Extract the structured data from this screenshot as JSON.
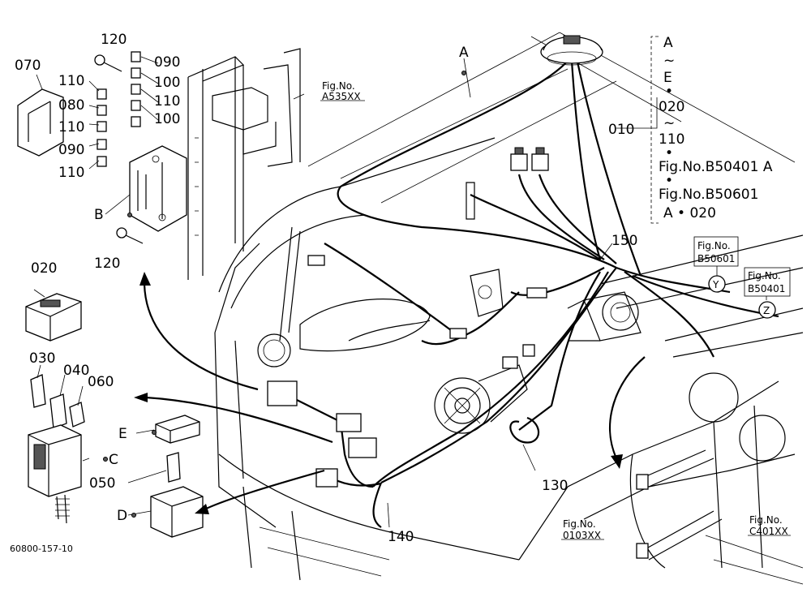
{
  "labels": {
    "p070": "070",
    "p120_top": "120",
    "p110_a": "110",
    "p080": "080",
    "p110_b": "110",
    "p090_left": "090",
    "p110_c": "110",
    "p090_right": "090",
    "p100_a": "100",
    "p110_right": "110",
    "p100_b": "100",
    "B": "B",
    "p120_bottom": "120",
    "p020": "020",
    "p030": "030",
    "p040": "040",
    "p060": "060",
    "E": "E",
    "C": "C",
    "p050": "050",
    "D": "D",
    "A": "A",
    "p150": "150",
    "p130": "130",
    "p140": "140",
    "p010": "010",
    "Y": "Y",
    "Z": "Z"
  },
  "fig_refs": {
    "a535": [
      "Fig.No.",
      "A535XX"
    ],
    "b50601": [
      "Fig.No.",
      "B50601"
    ],
    "b50401": [
      "Fig.No.",
      "B50401"
    ],
    "f0103": [
      "Fig.No.",
      "0103XX"
    ],
    "c401": [
      "Fig.No.",
      "C401XX"
    ]
  },
  "legend": {
    "line1": "A",
    "line2": "~",
    "line3": "E",
    "line4": "•",
    "line5": "020",
    "line6": "~",
    "line7": "110",
    "line8": "•",
    "line9": "Fig.No.B50401  A",
    "line10": "•",
    "line11": "Fig.No.B50601",
    "line12": "A • 020"
  },
  "footer_code": "60800-157-10"
}
